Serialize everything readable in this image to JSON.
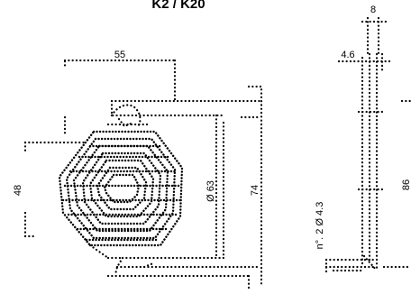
{
  "drawing": {
    "title": "K2 / K20",
    "colors": {
      "ink": "#000000",
      "background": "#ffffff"
    },
    "front_view": {
      "dimensions": {
        "top_width": "55",
        "left_height": "48",
        "diameter": "Ø 63",
        "right_height": "74"
      }
    },
    "side_view": {
      "dimensions": {
        "top_width": "8",
        "upper_offset": "4.6",
        "holes": "n°. 2 Ø 4.3",
        "height": "86"
      }
    }
  }
}
